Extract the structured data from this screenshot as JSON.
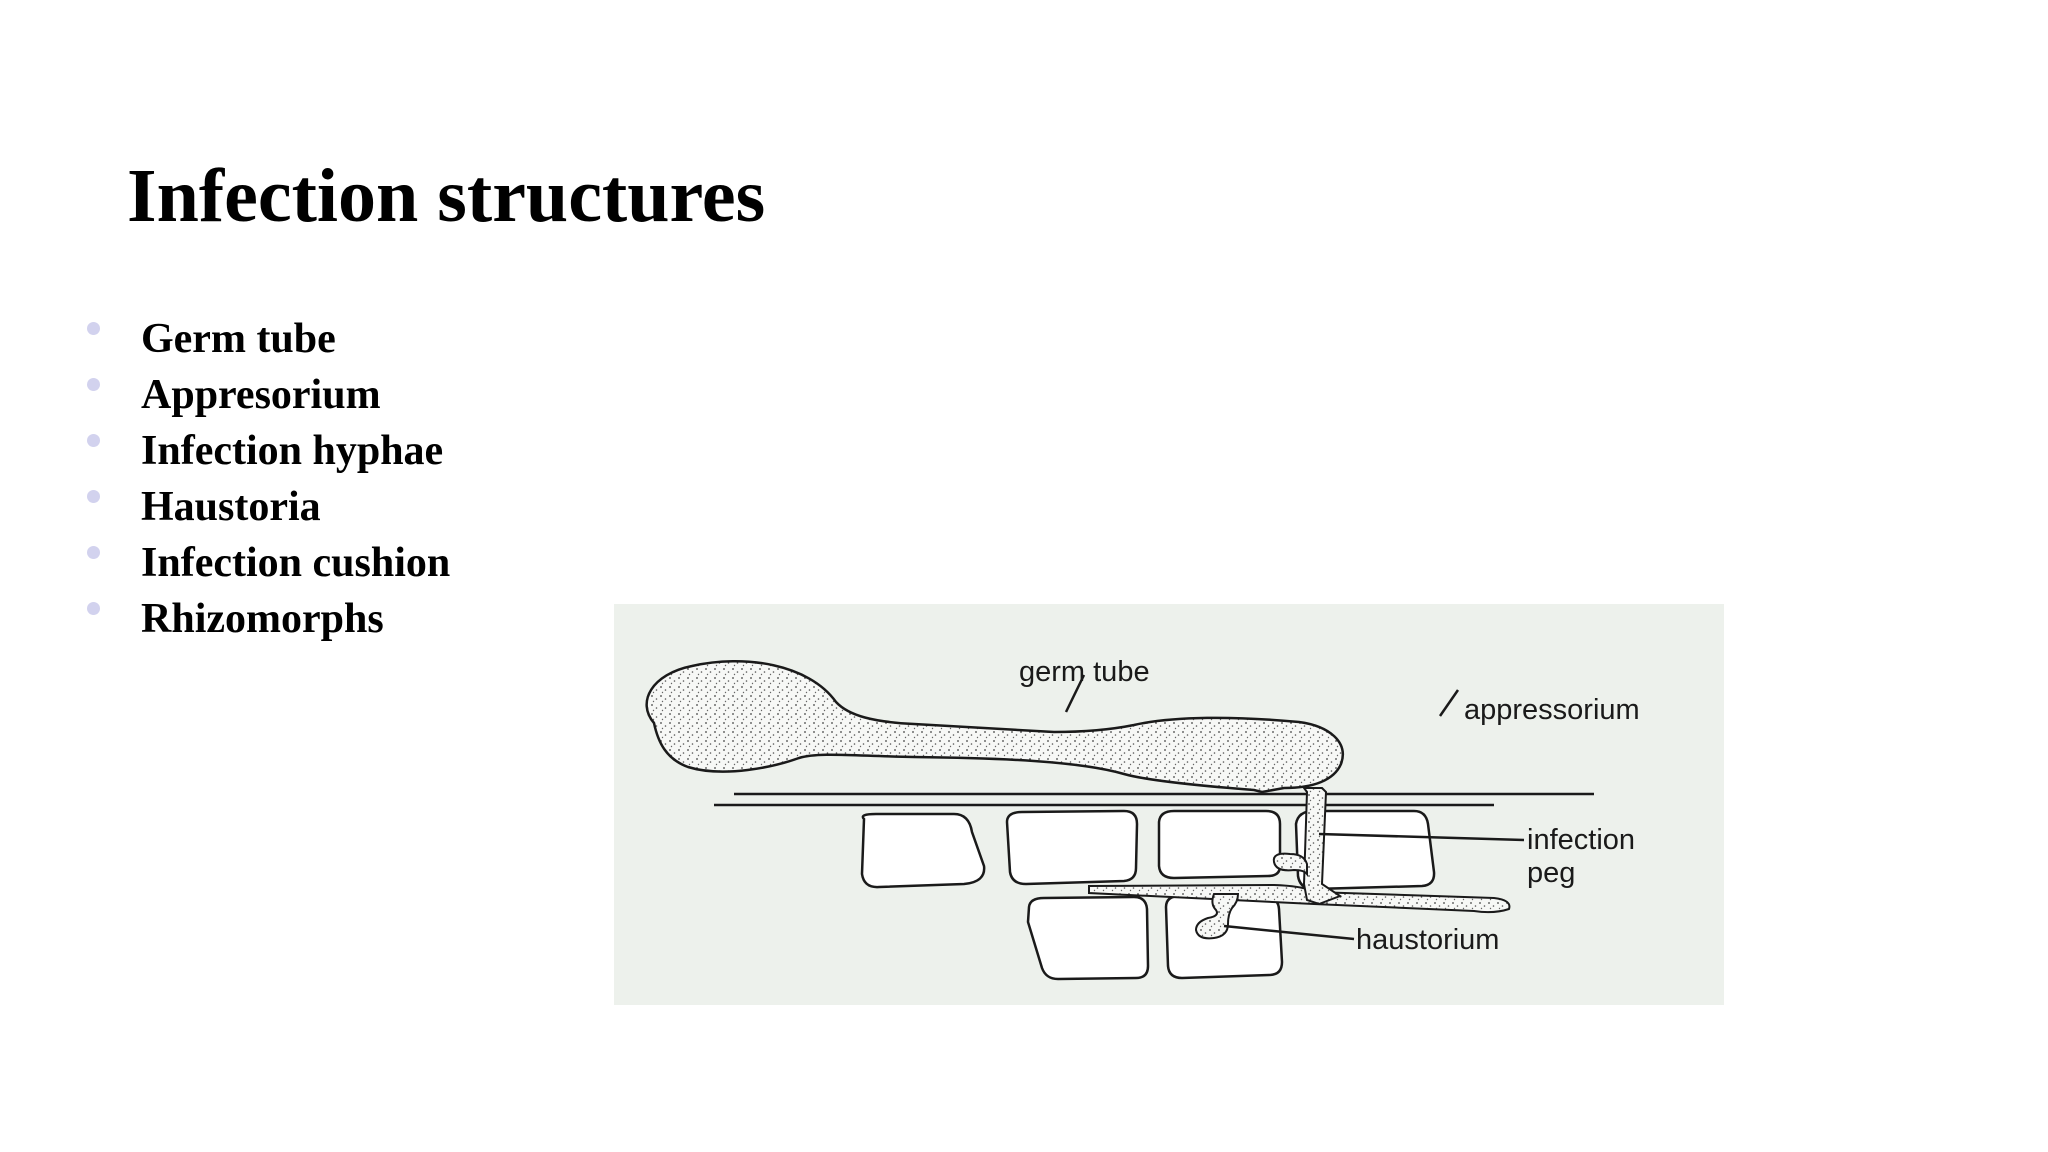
{
  "slide": {
    "title": "Infection structures",
    "bullets": [
      "Germ tube",
      "Appresorium",
      "Infection hyphae",
      "Haustoria",
      "Infection cushion",
      "Rhizomorphs"
    ],
    "bullet_color": "#d2d2ee"
  },
  "figure": {
    "background": "#edf1ec",
    "labels": {
      "germ_tube": "germ tube",
      "appressorium": "appressorium",
      "infection_peg_line1": "infection",
      "infection_peg_line2": "peg",
      "haustorium": "haustorium"
    }
  }
}
